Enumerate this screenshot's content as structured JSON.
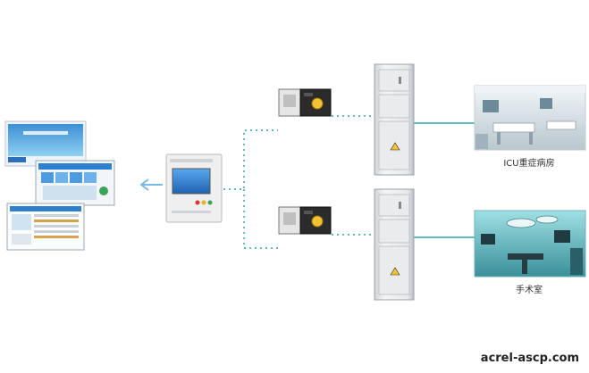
{
  "labels": {
    "icu": "ICU重症病房",
    "operating_room": "手术室",
    "watermark": "acrel-ascp.com"
  },
  "colors": {
    "connector_teal": "#2aa3a3",
    "arrow_blue": "#7ab8e6",
    "cabinet_body": "#e8eaec",
    "panel_bezel": "#ececec",
    "screen_blue": "#2f7fd0",
    "icu_photo": "#dfe9ee",
    "or_photo": "#7fd0d8"
  }
}
